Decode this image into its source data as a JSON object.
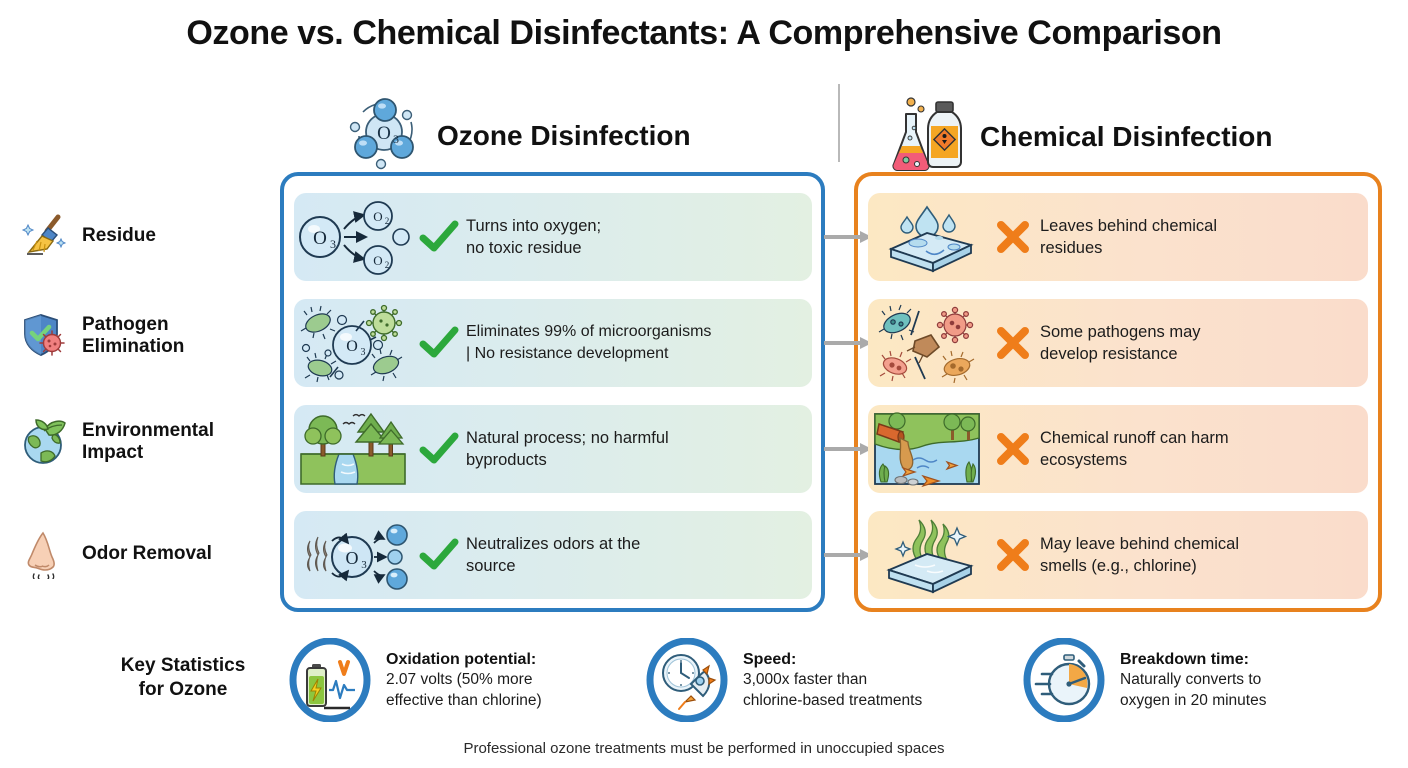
{
  "title": "Ozone vs. Chemical Disinfectants: A Comprehensive Comparison",
  "colors": {
    "ozone_border": "#2C7CBF",
    "chemical_border": "#E8821E",
    "check_green": "#2CA83C",
    "cross_orange": "#EF7D1A",
    "arrow_gray": "#AAAAAA",
    "ozone_card_from": "#D5E9F4",
    "ozone_card_to": "#E3F0E2",
    "chem_card_from": "#FCE8C3",
    "chem_card_to": "#FADCCB"
  },
  "columns": {
    "ozone": {
      "title": "Ozone Disinfection",
      "icon": "ozone-molecule-icon"
    },
    "chemical": {
      "title": "Chemical Disinfection",
      "icon": "chemical-bottles-icon"
    }
  },
  "categories": [
    {
      "label": "Residue",
      "icon": "broom-icon"
    },
    {
      "label": "Pathogen\nElimination",
      "line1": "Pathogen",
      "line2": "Elimination",
      "icon": "shield-virus-icon"
    },
    {
      "label": "Environmental\nImpact",
      "line1": "Environmental",
      "line2": "Impact",
      "icon": "earth-leaf-icon"
    },
    {
      "label": "Odor Removal",
      "icon": "nose-icon"
    }
  ],
  "rows": [
    {
      "category": "Residue",
      "ozone": {
        "icon": "o3-to-o2-conversion-icon",
        "mark": "check",
        "line1": "Turns into oxygen;",
        "line2": "no toxic residue"
      },
      "chemical": {
        "icon": "wet-surface-droplets-icon",
        "mark": "cross",
        "line1": "Leaves behind chemical",
        "line2": "residues"
      }
    },
    {
      "category": "Pathogen Elimination",
      "ozone": {
        "icon": "o3-killing-microbes-icon",
        "mark": "check",
        "line1": "Eliminates 99% of microorganisms",
        "line2": "| No resistance development"
      },
      "chemical": {
        "icon": "resistant-pathogens-icon",
        "mark": "cross",
        "line1": "Some pathogens may",
        "line2": "develop resistance"
      }
    },
    {
      "category": "Environmental Impact",
      "ozone": {
        "icon": "forest-river-icon",
        "mark": "check",
        "line1": "Natural process; no harmful",
        "line2": "byproducts"
      },
      "chemical": {
        "icon": "polluted-river-pipe-icon",
        "mark": "cross",
        "line1": "Chemical runoff can harm",
        "line2": "ecosystems"
      }
    },
    {
      "category": "Odor Removal",
      "ozone": {
        "icon": "o3-odor-neutralize-icon",
        "mark": "check",
        "line1": "Neutralizes odors at the",
        "line2": "source"
      },
      "chemical": {
        "icon": "chemical-smell-surface-icon",
        "mark": "cross",
        "line1": "May leave behind chemical",
        "line2": "smells (e.g., chlorine)"
      }
    }
  ],
  "key_statistics": {
    "heading_line1": "Key Statistics",
    "heading_line2": "for Ozone",
    "items": [
      {
        "icon": "battery-voltage-icon",
        "title": "Oxidation potential:",
        "line1": "2.07 volts (50% more",
        "line2": "effective than chlorine)"
      },
      {
        "icon": "clock-rocket-icon",
        "title": "Speed:",
        "line1": "3,000x faster than",
        "line2": "chlorine-based treatments"
      },
      {
        "icon": "stopwatch-icon",
        "title": "Breakdown time:",
        "line1": "Naturally converts to",
        "line2": "oxygen in 20 minutes"
      }
    ]
  },
  "footnote": "Professional ozone treatments must be performed in unoccupied spaces"
}
